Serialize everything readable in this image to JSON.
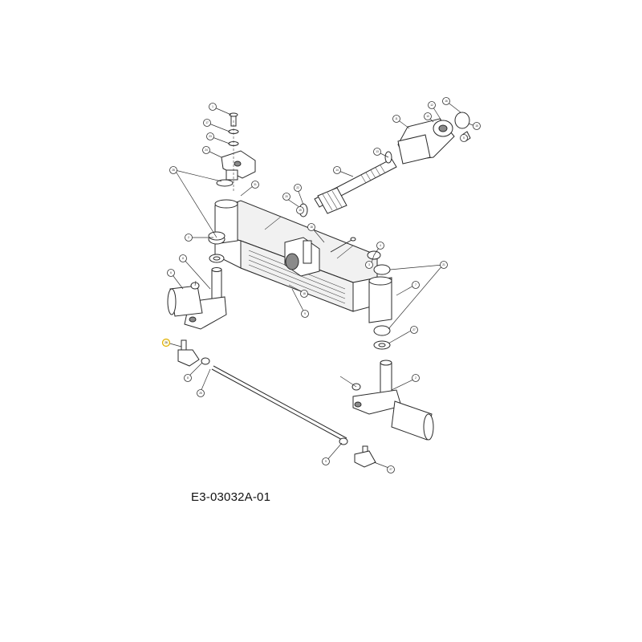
{
  "drawing": {
    "code": "E3-03032A-01"
  },
  "callouts": [
    {
      "id": "c01",
      "label": "1"
    },
    {
      "id": "c02",
      "label": "17"
    },
    {
      "id": "c03",
      "label": "23"
    },
    {
      "id": "c04",
      "label": "24"
    },
    {
      "id": "c05",
      "label": "28"
    },
    {
      "id": "c06",
      "label": "31"
    },
    {
      "id": "c07",
      "label": "22"
    },
    {
      "id": "c08",
      "label": "20"
    },
    {
      "id": "c09",
      "label": "19"
    },
    {
      "id": "c10",
      "label": "14"
    },
    {
      "id": "c11",
      "label": "13"
    },
    {
      "id": "c12",
      "label": "11"
    },
    {
      "id": "c13",
      "label": "12"
    },
    {
      "id": "c14",
      "label": "10"
    },
    {
      "id": "c15",
      "label": "16"
    },
    {
      "id": "c16",
      "label": "15"
    },
    {
      "id": "c17",
      "label": "5"
    },
    {
      "id": "c18",
      "label": "18"
    },
    {
      "id": "c19",
      "label": "2"
    },
    {
      "id": "c20",
      "label": "8"
    },
    {
      "id": "c21",
      "label": "6"
    },
    {
      "id": "c22",
      "label": "4"
    },
    {
      "id": "c23",
      "label": "3"
    },
    {
      "id": "c24",
      "label": "21"
    },
    {
      "id": "c25",
      "label": "7"
    },
    {
      "id": "c26",
      "label": "18"
    },
    {
      "id": "c27",
      "label": "9"
    },
    {
      "id": "c28",
      "label": "27"
    },
    {
      "id": "c29",
      "label": "26"
    },
    {
      "id": "c30",
      "label": "8"
    },
    {
      "id": "c31",
      "label": "2"
    },
    {
      "id": "c32",
      "label": "25"
    },
    {
      "id": "c33",
      "label": "9"
    },
    {
      "id": "c34",
      "label": "27"
    }
  ]
}
